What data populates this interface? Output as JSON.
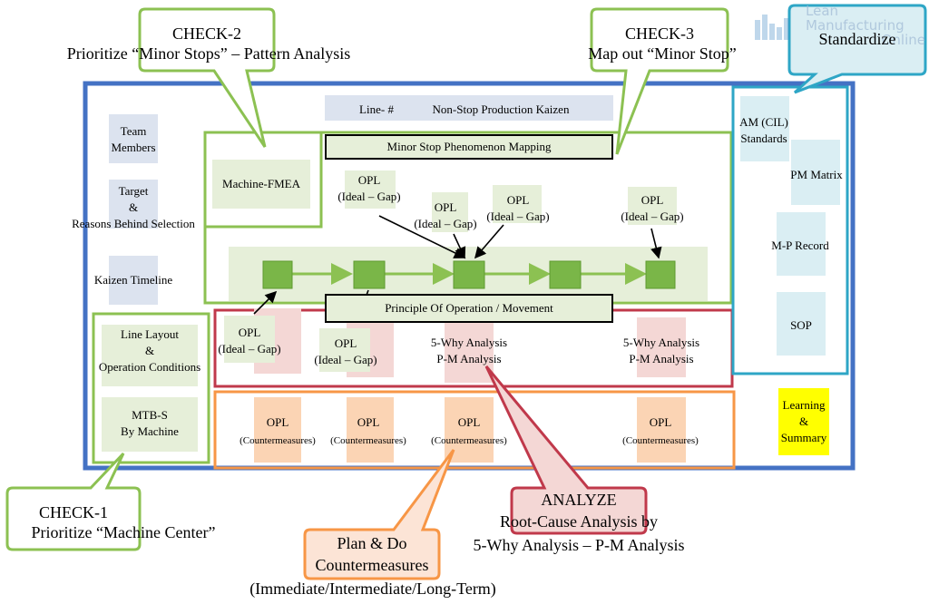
{
  "callouts": {
    "check2": {
      "title": "CHECK-2",
      "subtitle": "Prioritize “Minor Stops” – Pattern Analysis"
    },
    "check3": {
      "title": "CHECK-3",
      "subtitle": "Map out “Minor Stop”"
    },
    "standardize": {
      "title": "Standardize"
    },
    "check1": {
      "title": "CHECK-1",
      "subtitle": "Prioritize “Machine Center”"
    },
    "plan_do": {
      "line1": "Plan & Do",
      "line2": "Countermeasures",
      "line3": "(Immediate/Intermediate/Long-Term)"
    },
    "analyze": {
      "title": "ANALYZE",
      "line1": "Root-Cause Analysis by",
      "line2": "5-Why Analysis – P-M Analysis"
    }
  },
  "logo": {
    "line1": "Lean",
    "line2": "Manufacturing",
    "line3": ".Online"
  },
  "header": {
    "line_label": "Line- #",
    "title": "Non-Stop Production Kaizen"
  },
  "left_panel": {
    "team_line1": "Team",
    "team_line2": "Members",
    "target_line1": "Target",
    "target_line2": "&",
    "target_line3": "Reasons Behind Selection",
    "timeline": "Kaizen Timeline",
    "layout_line1": "Line Layout",
    "layout_line2": "&",
    "layout_line3": "Operation Conditions",
    "mtb_line1": "MTB-S",
    "mtb_line2": "By Machine"
  },
  "check2_area": {
    "fmea": "Machine-FMEA"
  },
  "mapping": {
    "title": "Minor Stop Phenomenon Mapping",
    "principle": "Principle Of Operation / Movement"
  },
  "opl": {
    "label": "OPL",
    "ideal_gap": "(Ideal – Gap)",
    "countermeasures": "(Countermeasures)"
  },
  "analysis": {
    "why": "5-Why Analysis",
    "pm": "P-M Analysis"
  },
  "right_panel": {
    "am_line1": "AM (CIL)",
    "am_line2": "Standards",
    "pm_matrix": "PM Matrix",
    "mp_record": "M-P Record",
    "sop": "SOP"
  },
  "learning": {
    "line1": "Learning",
    "line2": "&",
    "line3": "Summary"
  },
  "colors": {
    "blue_frame": "#4472c4",
    "green": "#8cc152",
    "light_green": "#e6efd9",
    "dark_green": "#7ab648",
    "red": "#c0394b",
    "orange": "#f79646",
    "peach": "#fbd4b4",
    "pink": "#f4d7d5",
    "teal": "#2ea6c6",
    "light_blue": "#daeef3",
    "grey_blue": "#dce3ef",
    "yellow": "#ffff00"
  }
}
